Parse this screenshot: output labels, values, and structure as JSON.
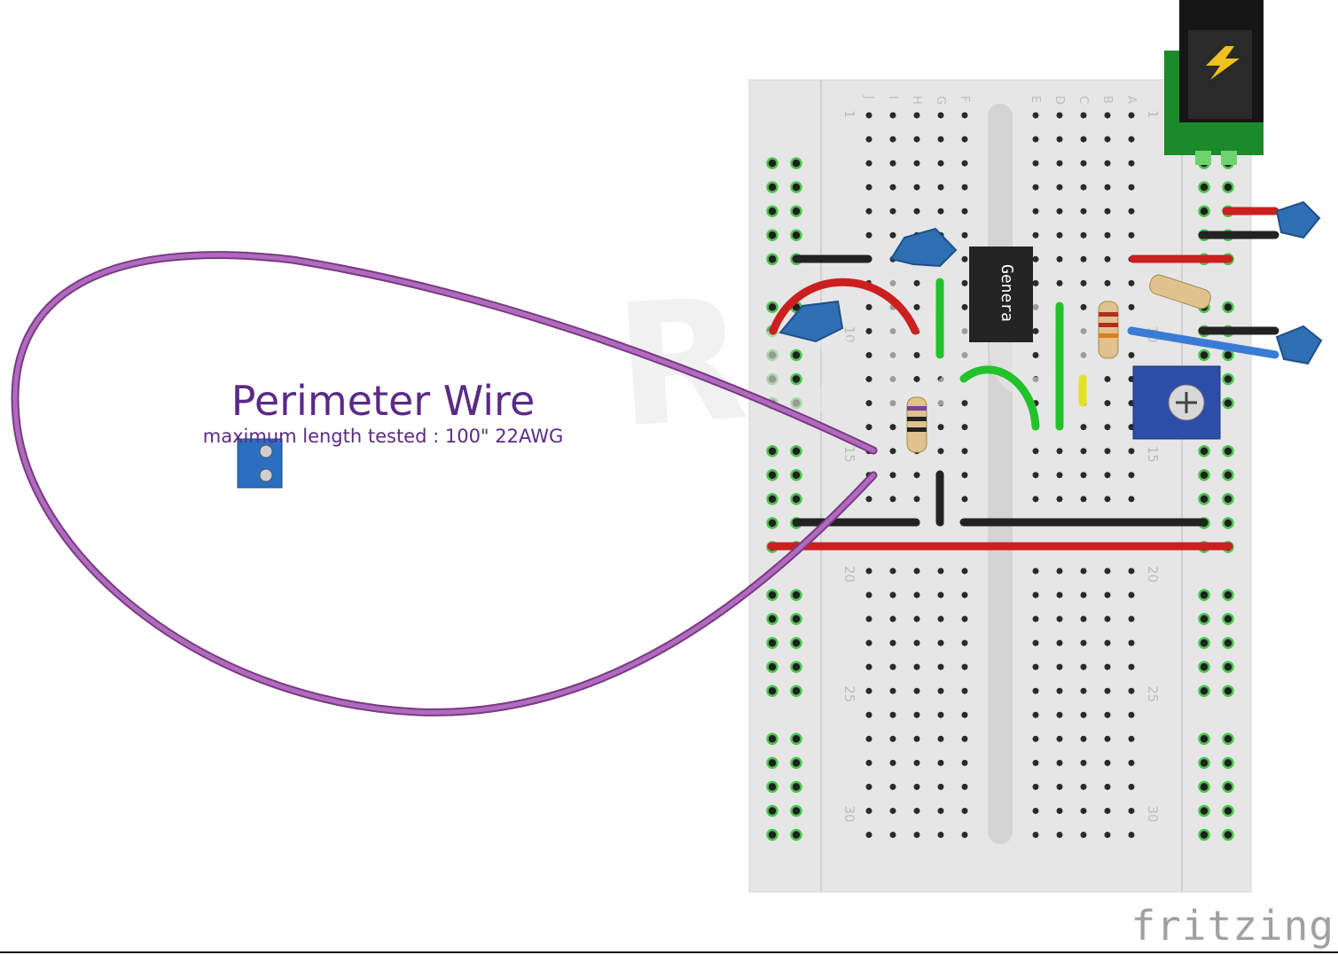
{
  "diagram": {
    "title": "Perimeter Wire",
    "subtitle": "maximum length tested : 100\" 22AWG",
    "watermark": "fritzing",
    "chip_label": "Genera",
    "breadboard": {
      "row_letters_left": [
        "J",
        "I",
        "H",
        "G",
        "F"
      ],
      "row_letters_right": [
        "E",
        "D",
        "C",
        "B",
        "A"
      ],
      "row_numbers": [
        "1",
        "10",
        "15",
        "20",
        "25",
        "30"
      ]
    },
    "colors": {
      "perimeter_wire": "#9b4fa3",
      "red_wire": "#cc1f1f",
      "green_wire": "#22c22a",
      "blue_wire": "#3a7bd5",
      "text": "#5b2a86"
    }
  }
}
